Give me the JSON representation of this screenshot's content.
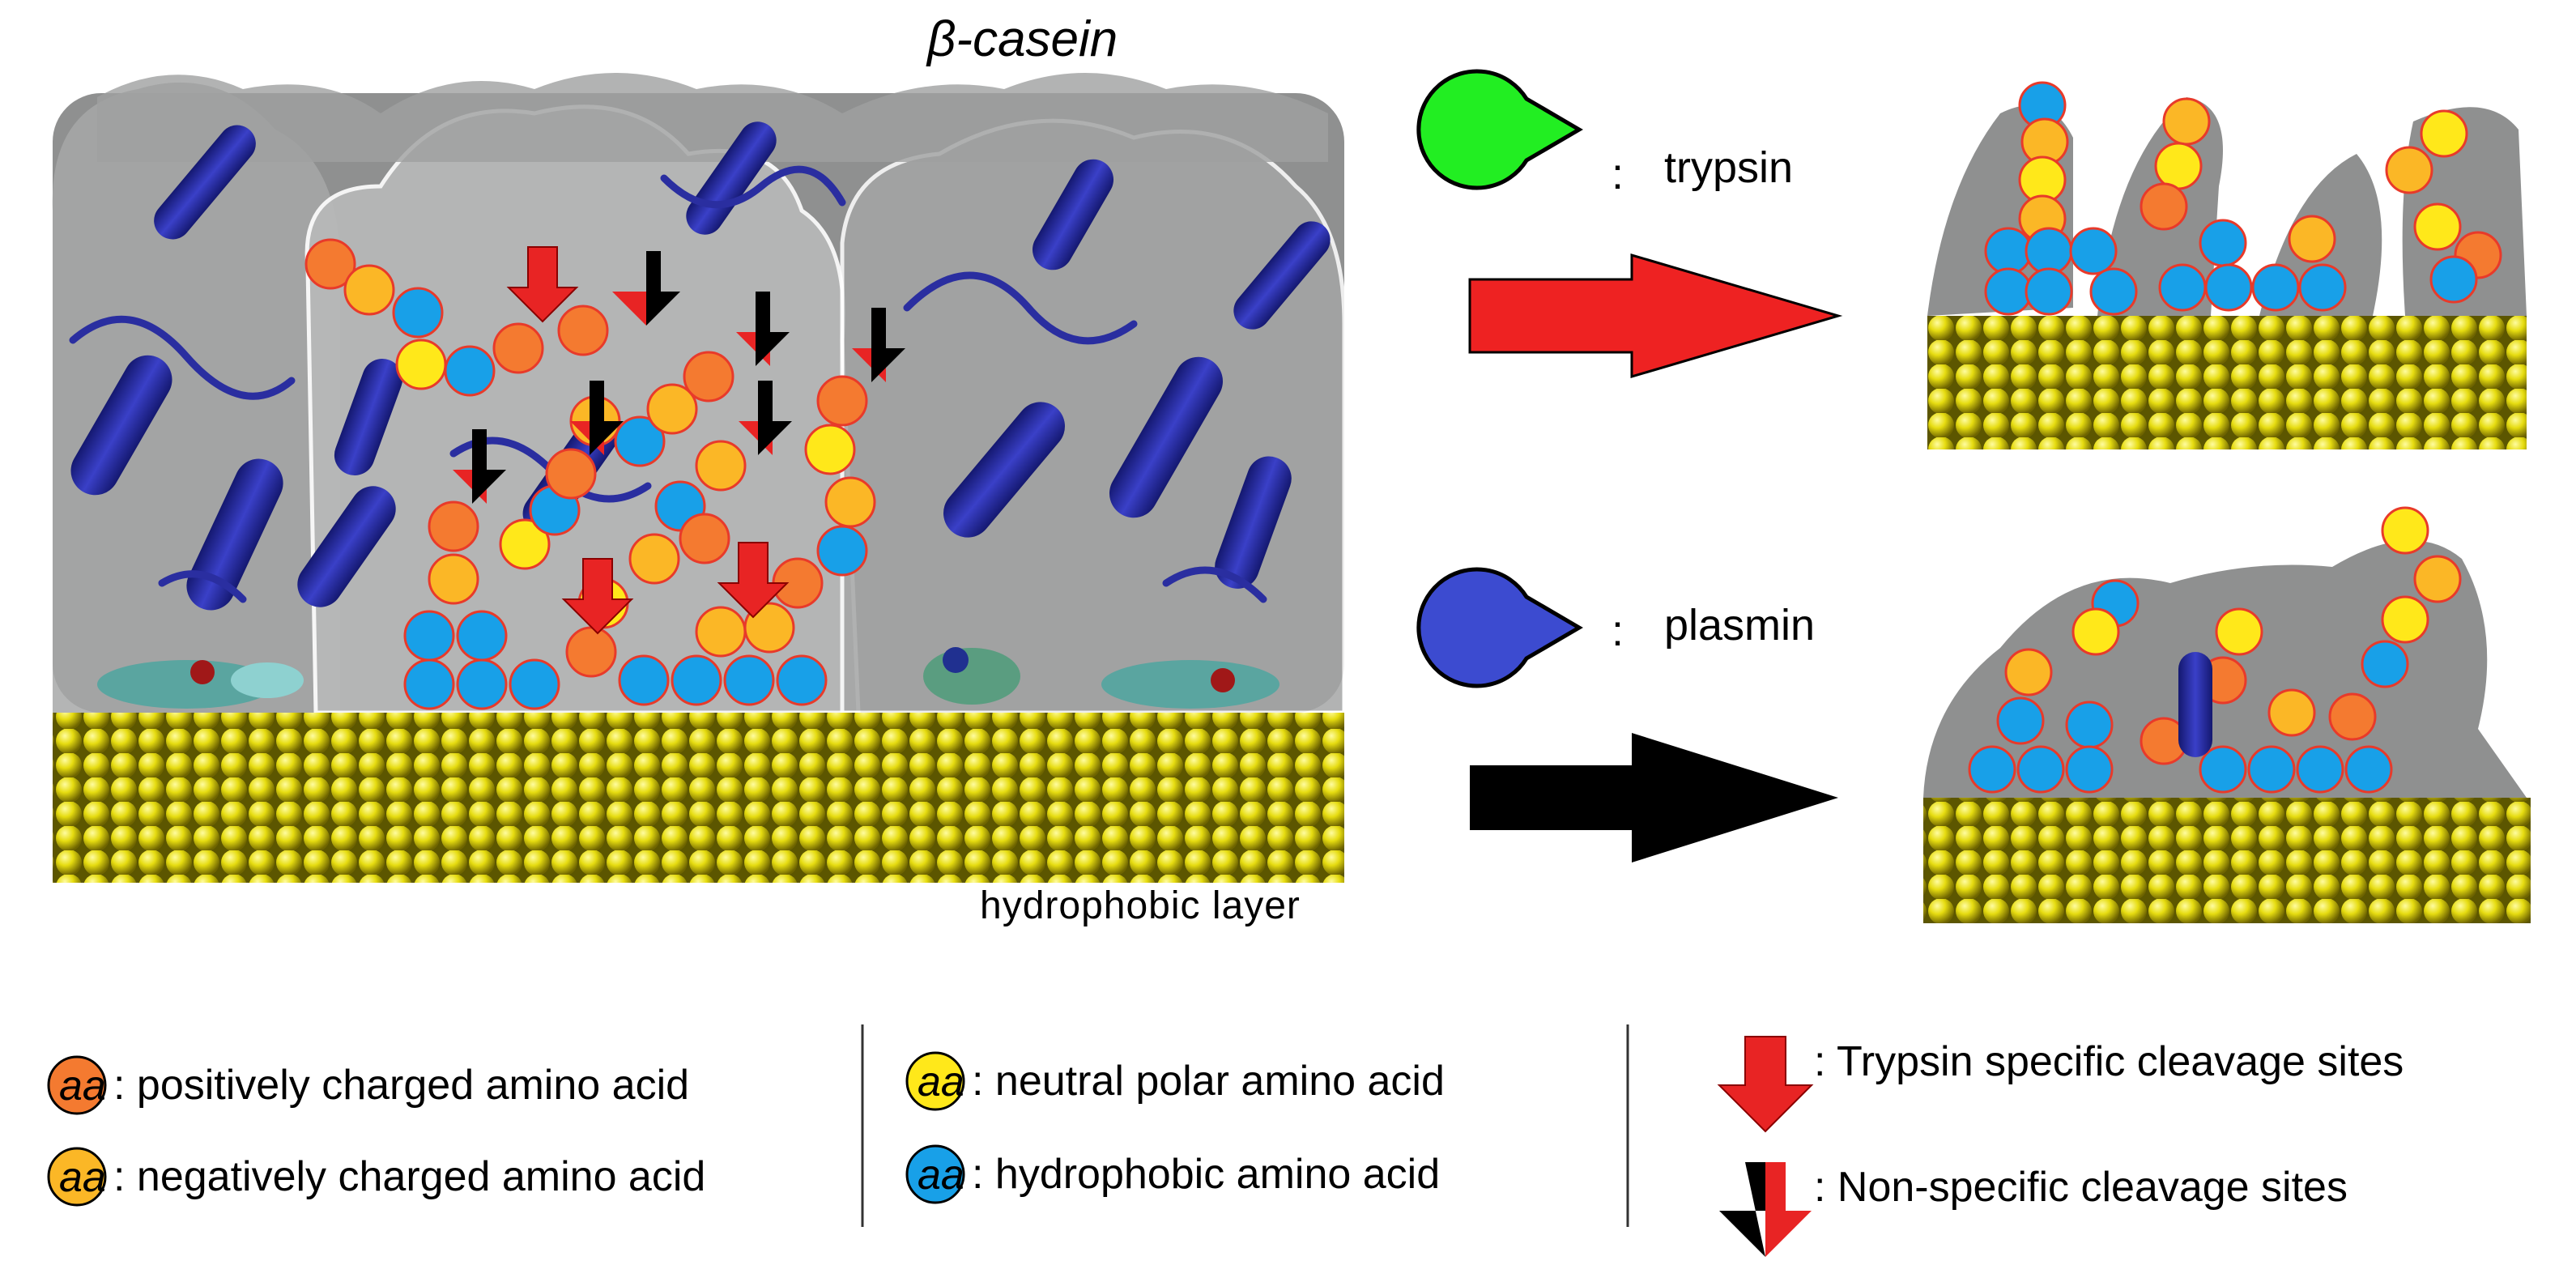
{
  "title": "β-casein",
  "surface_label": "hydrophobic layer",
  "enzymes": [
    {
      "colon": ":",
      "name": "trypsin",
      "icon": "green-pacman-icon",
      "color": "#22ee22",
      "arrow_color": "#ee2222"
    },
    {
      "colon": ":",
      "name": "plasmin",
      "icon": "blue-pacman-icon",
      "color": "#3c4bd0",
      "arrow_color": "#000000"
    }
  ],
  "amino_acid_legend": {
    "symbol": "aa",
    "items": [
      {
        "label": ":  positively charged amino acid",
        "color": "#f47a30"
      },
      {
        "label": ":  negatively charged amino acid",
        "color": "#fbb726"
      },
      {
        "label": ":  neutral polar amino acid",
        "color": "#ffe81a"
      },
      {
        "label": ":  hydrophobic amino acid",
        "color": "#18a0e8"
      }
    ]
  },
  "cleavage_legend": [
    {
      "label": ": Trypsin specific cleavage sites",
      "icon": "red-arrow-icon"
    },
    {
      "label": ": Non-specific cleavage sites",
      "icon": "red-black-arrow-icon"
    }
  ],
  "colors": {
    "positive": "#f47a30",
    "negative": "#fbb726",
    "neutral": "#ffe81a",
    "hydrophobic": "#18a0e8",
    "gold_sphere": "#d8d000",
    "protein_ribbon": "#2a2ea0",
    "protein_surface": "#9a9a9a"
  }
}
